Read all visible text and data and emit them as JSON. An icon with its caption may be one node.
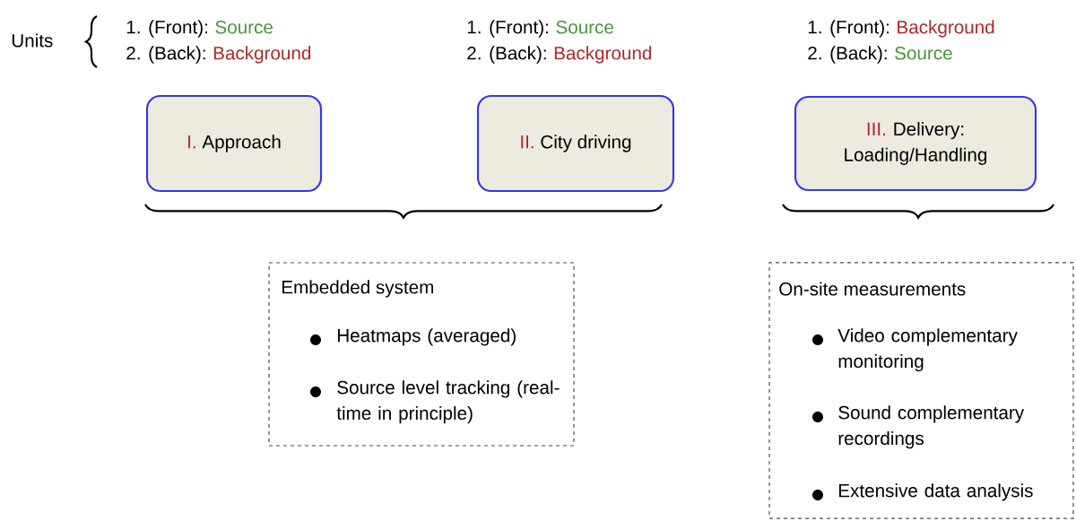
{
  "diagram": {
    "nodes": [
      {
        "text": [
          "I.",
          "Approach"
        ]
      },
      {
        "text": [
          "II.",
          "City driving"
        ]
      },
      {
        "text": [
          "III.",
          "Delivery: Loading/Handling"
        ]
      },
      {
        "text": [
          "Embedded system",
          "Heatmaps (averaged)",
          "Source level tracking (real-time in principle)"
        ]
      },
      {
        "text": [
          "On-site measurements",
          "Video complementary monitoring",
          "Sound complementary recordings",
          "Extensive data analysis"
        ]
      }
    ],
    "labels": [
      "Units",
      "1. (Front):",
      "Source",
      "1. (Front):",
      "Source",
      "1. (Front):",
      "Background",
      "2. (Back):",
      "Background",
      "2. (Back):",
      "Background",
      "2. (Back):",
      "Source"
    ]
  }
}
